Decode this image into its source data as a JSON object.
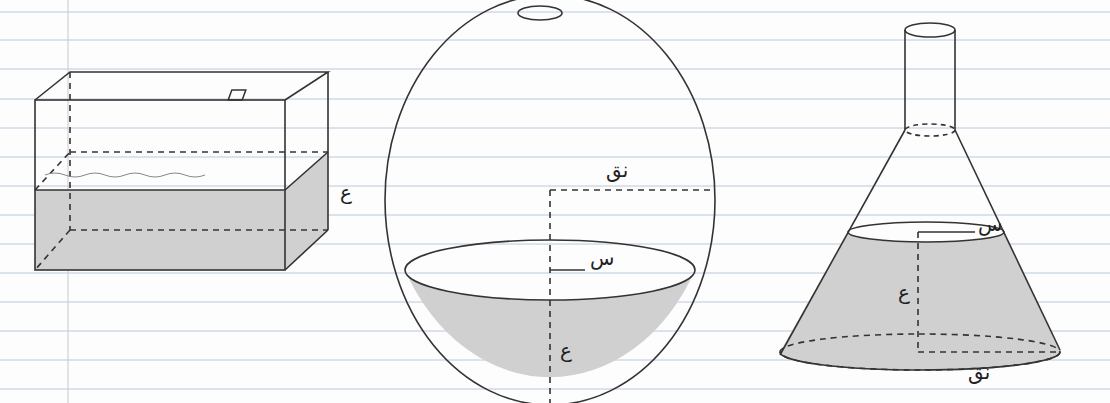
{
  "diagram": {
    "labels": [
      "ع",
      "نق",
      "س",
      "ع",
      "س",
      "ع",
      "نق"
    ]
  }
}
